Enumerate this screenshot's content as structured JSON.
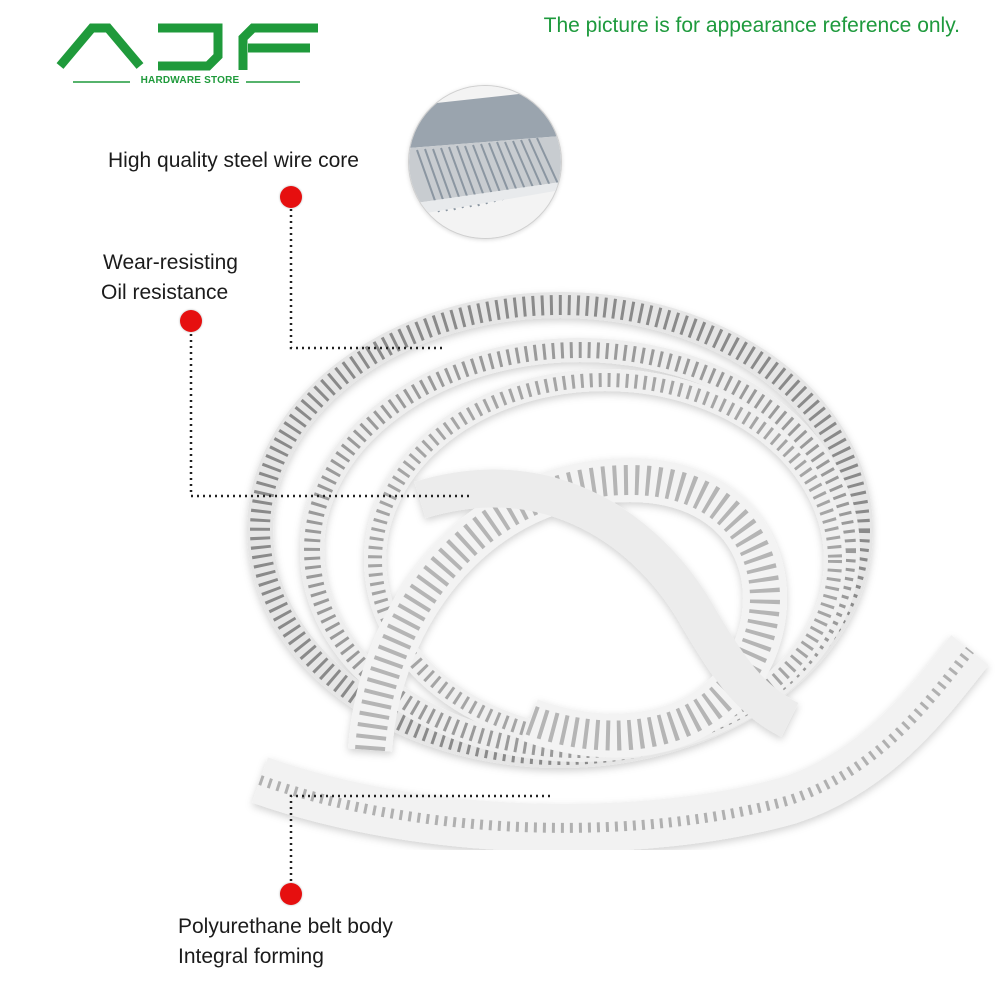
{
  "brand": {
    "logo_text": "AJF",
    "tagline": "HARDWARE STORE",
    "color": "#1f9a3b"
  },
  "disclaimer": "The picture is for appearance reference only.",
  "callouts": [
    {
      "lines": [
        "High quality steel wire core"
      ]
    },
    {
      "lines": [
        "Wear-resisting",
        "Oil resistance"
      ]
    },
    {
      "lines": [
        "Polyurethane belt body",
        "Integral forming"
      ]
    }
  ],
  "colors": {
    "accent_green": "#1e9a3d",
    "dot_red": "#e60f0f",
    "belt": "#f2f2f2"
  },
  "icons": [
    "steel-wire-detail-icon",
    "timing-belt-icon"
  ]
}
